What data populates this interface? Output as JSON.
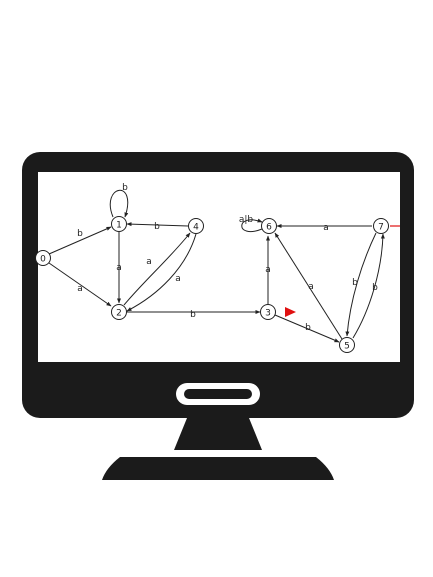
{
  "diagram": {
    "states": [
      {
        "id": "s0",
        "label": "0"
      },
      {
        "id": "s1",
        "label": "1"
      },
      {
        "id": "s2",
        "label": "2"
      },
      {
        "id": "s3",
        "label": "3"
      },
      {
        "id": "s4",
        "label": "4"
      },
      {
        "id": "s5",
        "label": "5"
      },
      {
        "id": "s6",
        "label": "6"
      },
      {
        "id": "s7",
        "label": "7"
      }
    ],
    "transitions": [
      {
        "id": "t1-1",
        "from": "1",
        "to": "1",
        "label": "b"
      },
      {
        "id": "t0-1",
        "from": "0",
        "to": "1",
        "label": "b"
      },
      {
        "id": "t0-2",
        "from": "0",
        "to": "2",
        "label": "a"
      },
      {
        "id": "t4-1",
        "from": "4",
        "to": "1",
        "label": "b"
      },
      {
        "id": "t1-2",
        "from": "1",
        "to": "2",
        "label": "a"
      },
      {
        "id": "t2-4",
        "from": "2",
        "to": "4",
        "label": "a"
      },
      {
        "id": "t4-2",
        "from": "4",
        "to": "2",
        "label": "a"
      },
      {
        "id": "t2-3",
        "from": "2",
        "to": "3",
        "label": "b"
      },
      {
        "id": "t3-6",
        "from": "3",
        "to": "6",
        "label": "a"
      },
      {
        "id": "t3-5",
        "from": "3",
        "to": "5",
        "label": "b"
      },
      {
        "id": "t6-6",
        "from": "6",
        "to": "6",
        "label": "a|b"
      },
      {
        "id": "t7-6",
        "from": "7",
        "to": "6",
        "label": "a"
      },
      {
        "id": "t5-6",
        "from": "5",
        "to": "6",
        "label": "a"
      },
      {
        "id": "t7-5",
        "from": "7",
        "to": "5",
        "label": "b"
      },
      {
        "id": "t5-7",
        "from": "5",
        "to": "7",
        "label": "b"
      }
    ]
  },
  "colors": {
    "monitor": "#1b1b1b",
    "screen": "#ffffff",
    "edge": "#222222",
    "accent": "#e01010"
  }
}
